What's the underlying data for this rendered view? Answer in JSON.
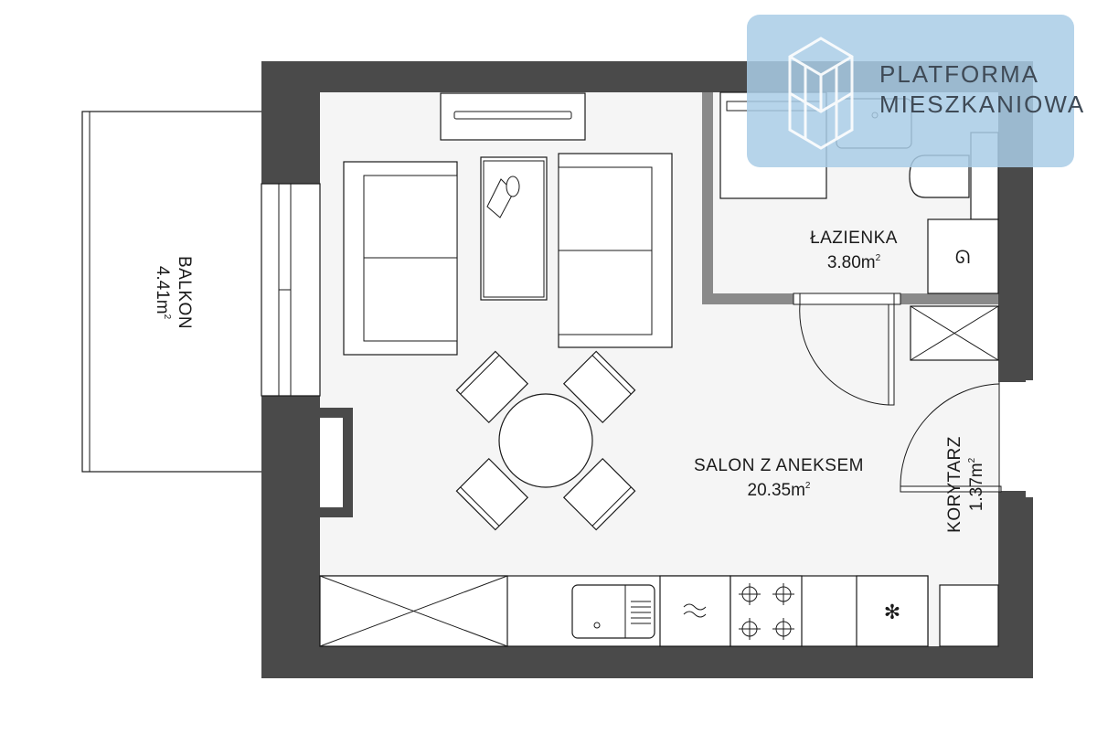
{
  "rooms": {
    "balkon": {
      "name": "BALKON",
      "area": "4.41m",
      "sup": "2"
    },
    "lazienka": {
      "name": "ŁAZIENKA",
      "area": "3.80m",
      "sup": "2"
    },
    "salon": {
      "name": "SALON Z ANEKSEM",
      "area": "20.35m",
      "sup": "2"
    },
    "korytarz": {
      "name": "KORYTARZ",
      "area": "1.37m",
      "sup": "2"
    }
  },
  "logo": {
    "line1": "PLATFORMA",
    "line2": "MIESZKANIOWA"
  },
  "colors": {
    "wall": "#4a4a4a",
    "inner_wall": "#8a8a8a",
    "floor": "#f5f5f5",
    "line": "#1a1a1a",
    "logo_bg": "#a9cde6",
    "logo_fg": "#3f4a56"
  }
}
